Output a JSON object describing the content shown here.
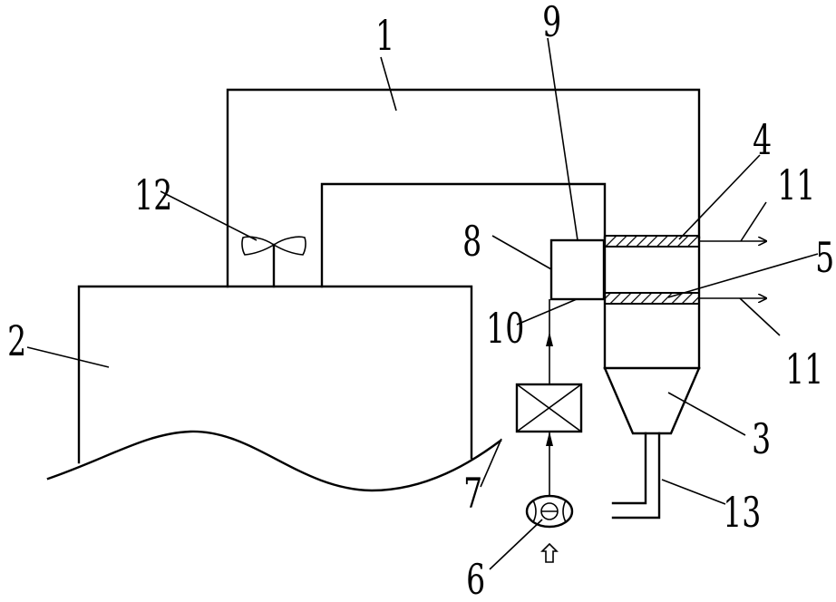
{
  "labels": {
    "l1": "1",
    "l2": "2",
    "l3": "3",
    "l4": "4",
    "l5": "5",
    "l6": "6",
    "l7": "7",
    "l8": "8",
    "l9": "9",
    "l10": "10",
    "l11_top": "11",
    "l11_bottom": "11",
    "l12": "12",
    "l13": "13"
  },
  "colors": {
    "line": "#000000",
    "background": "#ffffff"
  },
  "icons": [
    "fan-icon",
    "pump-icon",
    "filter-box-icon",
    "hatched-plate-icon",
    "arrow-icon"
  ]
}
